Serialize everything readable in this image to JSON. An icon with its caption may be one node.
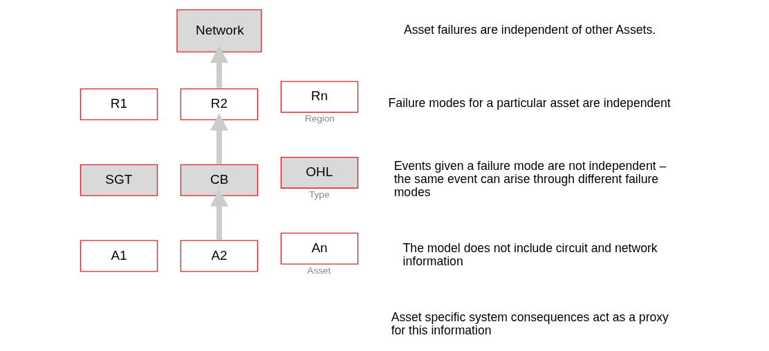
{
  "diagram": {
    "nodes": [
      {
        "text": [
          "Network"
        ]
      },
      {
        "text": [
          "R1"
        ]
      },
      {
        "text": [
          "R2"
        ]
      },
      {
        "text": [
          "Rn"
        ],
        "beside": [
          "Region"
        ]
      },
      {
        "text": [
          "SGT"
        ]
      },
      {
        "text": [
          "CB"
        ]
      },
      {
        "text": [
          "OHL"
        ],
        "beside": [
          "Type"
        ]
      },
      {
        "text": [
          "A1"
        ]
      },
      {
        "text": [
          "A2"
        ]
      },
      {
        "text": [
          "An"
        ],
        "beside": [
          "Asset"
        ]
      }
    ],
    "edges": [
      {
        "from": 2,
        "to": 0,
        "arrow": "to"
      },
      {
        "from": 5,
        "to": 2,
        "arrow": "to"
      },
      {
        "from": 8,
        "to": 5,
        "arrow": "to"
      }
    ],
    "labels": [
      "Asset failures are independent of other Assets.",
      "Failure modes for a particular asset are independent",
      "Events given a failure mode are not independent – the same event can arise through different failure modes",
      "The model does not include circuit and network information",
      "Asset specific system consequences act as a proxy for this information"
    ]
  }
}
